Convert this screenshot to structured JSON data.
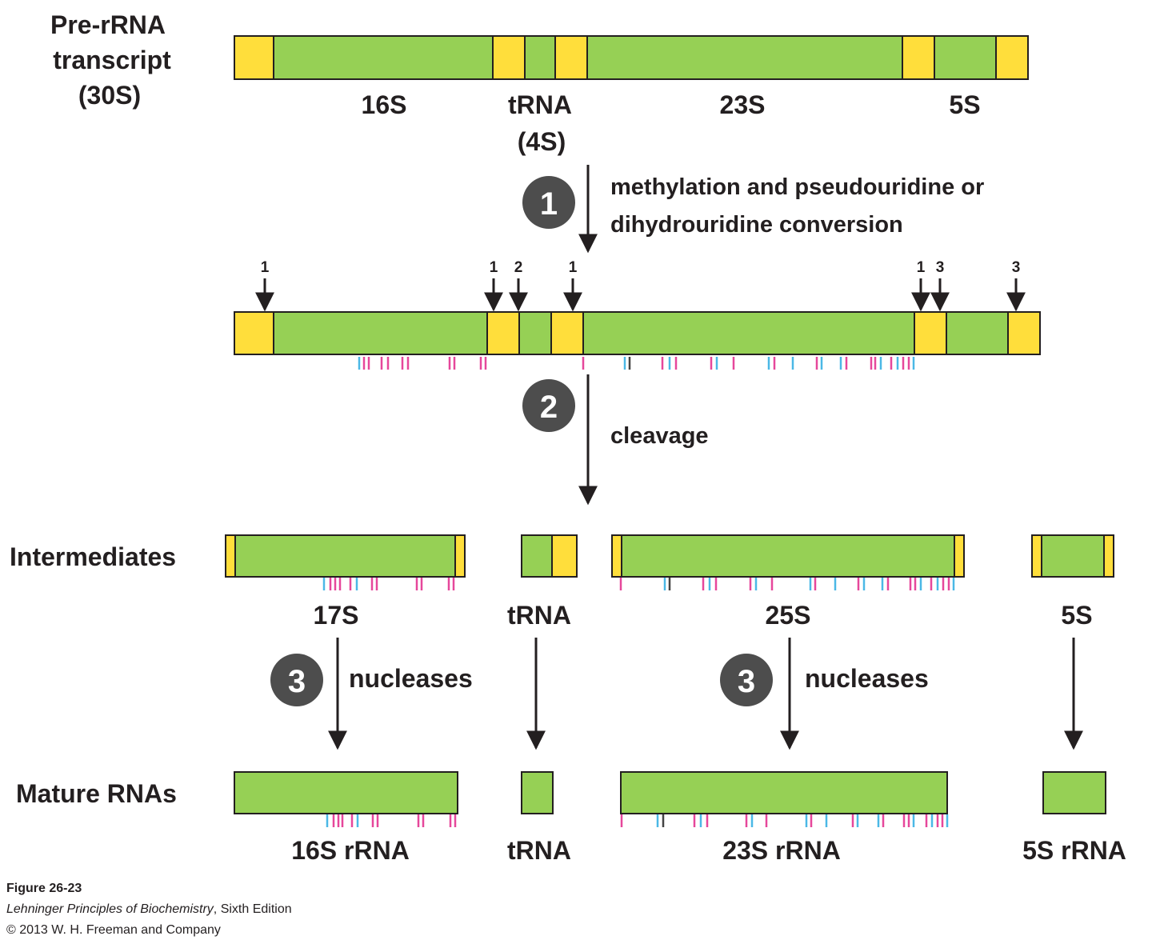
{
  "colors": {
    "rna": "#96d055",
    "spacer": "#ffde3b",
    "outline": "#231f20",
    "mark_pink": "#e6479b",
    "mark_blue": "#4bb8e6",
    "mark_dark": "#444444",
    "step_circle": "#4d4d4d",
    "arrow": "#231f20"
  },
  "row_labels": {
    "pre": [
      "Pre-rRNA",
      "transcript",
      "(30S)"
    ],
    "intermediates": "Intermediates",
    "mature": "Mature RNAs"
  },
  "segment_labels": {
    "s16": "16S",
    "trna": "tRNA",
    "trna_4s": "(4S)",
    "s23": "23S",
    "s5": "5S"
  },
  "steps": {
    "step1": {
      "number": "1",
      "text": [
        "methylation and pseudouridine or",
        "dihydrouridine conversion"
      ]
    },
    "step2": {
      "number": "2",
      "text": "cleavage"
    },
    "step3_left": {
      "number": "3",
      "text": "nucleases"
    },
    "step3_right": {
      "number": "3",
      "text": "nucleases"
    }
  },
  "cleavage_sites": [
    "1",
    "1",
    "2",
    "1",
    "1",
    "3",
    "3"
  ],
  "intermediate_labels": [
    "17S",
    "tRNA",
    "25S",
    "5S"
  ],
  "mature_labels": [
    "16S rRNA",
    "tRNA",
    "23S rRNA",
    "5S rRNA"
  ],
  "caption": {
    "figure": "Figure 26-23",
    "book_title": "Lehninger Principles of Biochemistry",
    "book_edition": ", Sixth Edition",
    "copyright": "© 2013 W. H. Freeman and Company"
  },
  "icons": [
    "step-number-circle",
    "down-arrow",
    "modification-tick"
  ]
}
